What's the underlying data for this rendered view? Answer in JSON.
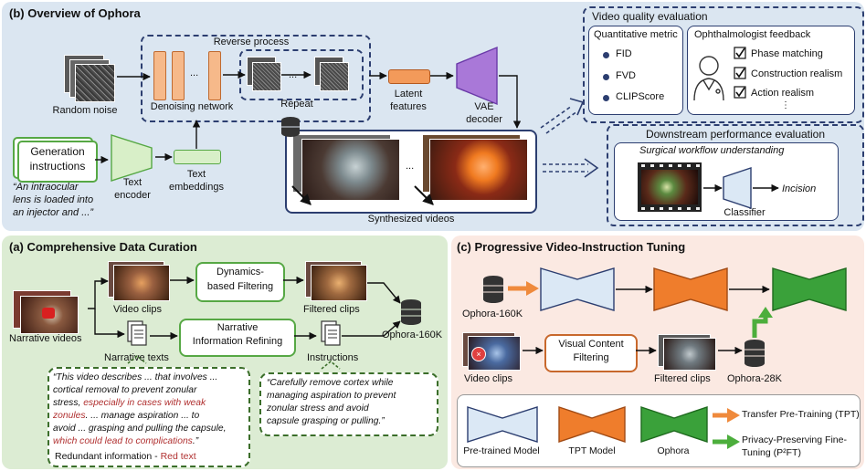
{
  "colors": {
    "panel_b": "#dbe6f1",
    "panel_a": "#dcecd3",
    "panel_c": "#fbe9e2",
    "pretrained": "#dbe8f5",
    "tpt": "#ef7d2c",
    "ophora": "#3aa13a",
    "orange_arrow": "#ef8a3c",
    "green_arrow": "#4cae3c",
    "red_text": "#b03030",
    "dash_blue": "#2c3e70"
  },
  "panel_b": {
    "title": "(b) Overview of Ophora",
    "reverse_process": "Reverse process",
    "random_noise": "Random noise",
    "denoising_network": "Denoising network",
    "ellipsis": "...",
    "repeat": "Repeat",
    "latent_features": [
      "Latent",
      "features"
    ],
    "vae_decoder": [
      "VAE",
      "decoder"
    ],
    "generation_instructions": [
      "Generation",
      "instructions"
    ],
    "prompt_example": [
      "“An intraocular",
      "lens is loaded into",
      "an injector and ...”"
    ],
    "text_encoder": [
      "Text",
      "encoder"
    ],
    "text_embeddings": [
      "Text",
      "embeddings"
    ],
    "synthesized_videos": "Synthesized videos",
    "video_quality": {
      "title": "Video quality evaluation",
      "quant_title": "Quantitative metric",
      "metrics": [
        "FID",
        "FVD",
        "CLIPScore"
      ],
      "feedback_title": "Ophthalmologist feedback",
      "feedback_items": [
        "Phase matching",
        "Construction realism",
        "Action realism"
      ],
      "more": "⋮"
    },
    "downstream": {
      "title": "Downstream performance evaluation",
      "task": "Surgical workflow understanding",
      "classifier": "Classifier",
      "output": "Incision"
    }
  },
  "panel_a": {
    "title": "(a) Comprehensive Data Curation",
    "narrative_videos": "Narrative videos",
    "video_clips": "Video clips",
    "dynamics_filter": [
      "Dynamics-",
      "based Filtering"
    ],
    "filtered_clips": "Filtered clips",
    "narrative_texts": "Narrative texts",
    "narrative_refining": [
      "Narrative",
      "Information Refining"
    ],
    "instructions": "Instructions",
    "dataset": "Ophora-160K",
    "quote1_lines": [
      [
        {
          "t": "“This video describes ... that involves ...",
          "r": false
        }
      ],
      [
        {
          "t": "cortical removal to prevent zonular",
          "r": false
        }
      ],
      [
        {
          "t": "stress, ",
          "r": false
        },
        {
          "t": "especially in cases with weak",
          "r": true
        }
      ],
      [
        {
          "t": "zonules",
          "r": true
        },
        {
          "t": ". ... manage aspiration ... to",
          "r": false
        }
      ],
      [
        {
          "t": "avoid ... grasping and pulling the capsule,",
          "r": false
        }
      ],
      [
        {
          "t": "which could lead to complications",
          "r": true
        },
        {
          "t": ".”",
          "r": false
        }
      ]
    ],
    "redundant_label": "Redundant information - ",
    "red_text_label": "Red text",
    "quote2_lines": [
      "“Carefully remove cortex while",
      "managing aspiration to prevent",
      "zonular stress and avoid",
      "capsule grasping or pulling.”"
    ]
  },
  "panel_c": {
    "title": "(c) Progressive Video-Instruction Tuning",
    "ophora_160k": "Ophora-160K",
    "video_clips": "Video clips",
    "visual_filter": [
      "Visual Content",
      "Filtering"
    ],
    "filtered_clips": "Filtered clips",
    "ophora_28k": "Ophora-28K",
    "legend": {
      "pretrained": "Pre-trained Model",
      "tpt": "TPT Model",
      "ophora": "Ophora",
      "tpt_arrow": "Transfer Pre-Training (TPT)",
      "p2ft_arrow": [
        "Privacy-Preserving Fine-",
        "Tuning (P²FT)"
      ]
    }
  }
}
